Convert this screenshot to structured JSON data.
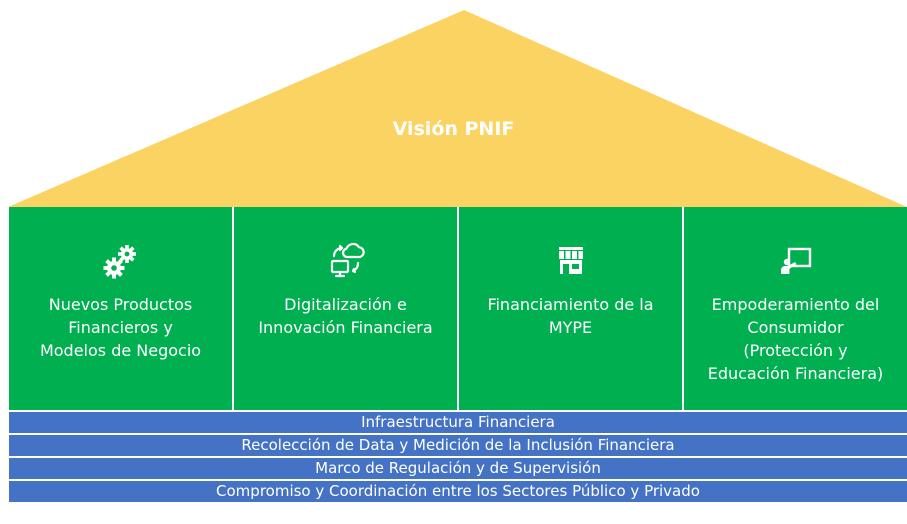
{
  "roof": {
    "title": "Visión PNIF",
    "color": "#fbd363"
  },
  "pillars": [
    {
      "icon": "gears-icon",
      "label": "Nuevos Productos\nFinancieros y\nModelos de Negocio"
    },
    {
      "icon": "cloud-computer-sync-icon",
      "label": "Digitalización e\nInnovación Financiera"
    },
    {
      "icon": "storefront-icon",
      "label": "Financiamiento de la\nMYPE"
    },
    {
      "icon": "presentation-board-icon",
      "label": "Empoderamiento del\nConsumidor\n(Protección y\nEducación Financiera)"
    }
  ],
  "pillar_color": "#00b050",
  "bands": [
    {
      "label": "Infraestructura Financiera"
    },
    {
      "label": "Recolección de Data y Medición de la Inclusión Financiera"
    },
    {
      "label": "Marco de Regulación y de Supervisión"
    },
    {
      "label": "Compromiso y Coordinación entre los Sectores Público y Privado"
    }
  ],
  "band_color": "#4472c4"
}
